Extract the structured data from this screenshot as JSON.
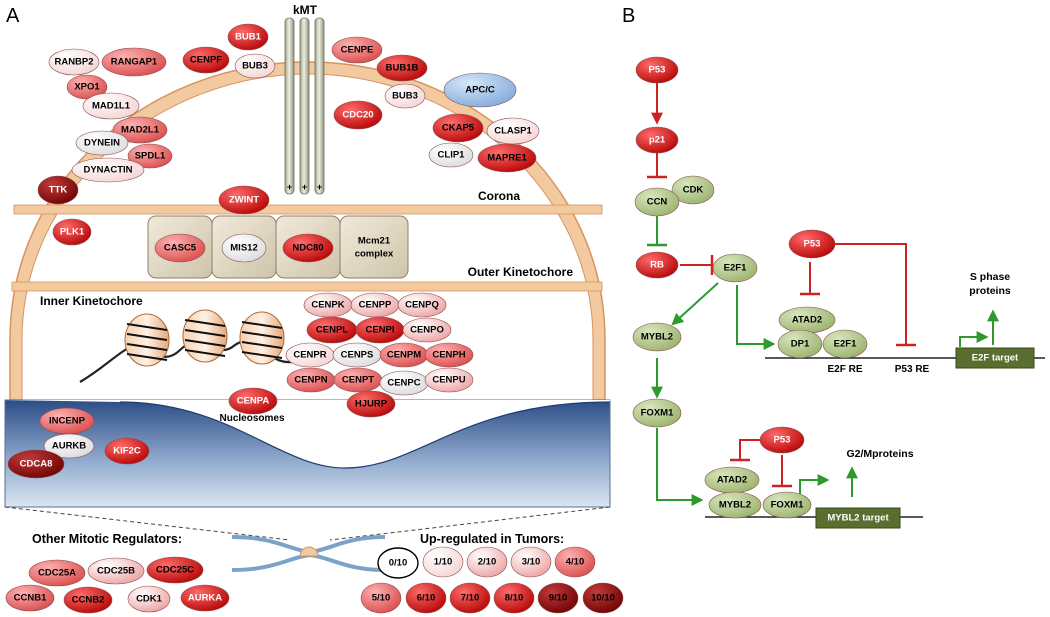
{
  "panels": {
    "a": "A",
    "b": "B"
  },
  "panel_a": {
    "kmt_label": "kMT",
    "plus_sign": "+",
    "regions": {
      "corona": "Corona",
      "outer": "Outer Kinetochore",
      "inner": "Inner Kinetochore"
    },
    "nucleosomes_label": "Nucleosomes",
    "other_regulators_title": "Other Mitotic Regulators:",
    "legend_title": "Up-regulated in Tumors:",
    "legend_items": [
      "0/10",
      "1/10",
      "2/10",
      "3/10",
      "4/10",
      "5/10",
      "6/10",
      "7/10",
      "8/10",
      "9/10",
      "10/10"
    ],
    "proteins": {
      "bub1": "BUB1",
      "ranbp2": "RANBP2",
      "rangap1": "RANGAP1",
      "cenpf": "CENPF",
      "bub3_left": "BUB3",
      "xpo1": "XPO1",
      "cenpe": "CENPE",
      "bub1b": "BUB1B",
      "apcc": "APC/C",
      "bub3_right": "BUB3",
      "mad1l1": "MAD1L1",
      "mad2l1": "MAD2L1",
      "cdc20": "CDC20",
      "dynein": "DYNEIN",
      "spdl1": "SPDL1",
      "ckap5": "CKAP5",
      "clasp1": "CLASP1",
      "clip1": "CLIP1",
      "mapre1": "MAPRE1",
      "dynactin": "DYNACTIN",
      "ttk": "TTK",
      "zwint": "ZWINT",
      "plk1": "PLK1",
      "casc5": "CASC5",
      "mis12": "MIS12",
      "ndc80": "NDC80",
      "mcm21": "Mcm21",
      "mcm21_sub": "complex",
      "cenpk": "CENPK",
      "cenpp": "CENPP",
      "cenpq": "CENPQ",
      "cenpl": "CENPL",
      "cenpi": "CENPI",
      "cenpo": "CENPO",
      "cenpr": "CENPR",
      "cenps": "CENPS",
      "cenpm": "CENPM",
      "cenph": "CENPH",
      "cenpn": "CENPN",
      "cenpt": "CENPT",
      "cenpc": "CENPC",
      "cenpu": "CENPU",
      "hjurp": "HJURP",
      "cenpa": "CENPA",
      "incenp": "INCENP",
      "aurkb": "AURKB",
      "kif2c": "KIF2C",
      "cdca8": "CDCA8",
      "cdc25a": "CDC25A",
      "cdc25b": "CDC25B",
      "cdc25c": "CDC25C",
      "ccnb1": "CCNB1",
      "ccnb2": "CCNB2",
      "cdk1": "CDK1",
      "aurka": "AURKA"
    }
  },
  "panel_b": {
    "p53": "P53",
    "p21": "p21",
    "cdk": "CDK",
    "ccn": "CCN",
    "rb": "RB",
    "e2f1": "E2F1",
    "mybl2": "MYBL2",
    "foxm1": "FOXM1",
    "atad2": "ATAD2",
    "dp1": "DP1",
    "e2f_re": "E2F RE",
    "p53_re": "P53 RE",
    "s_phase_line1": "S phase",
    "s_phase_line2": "proteins",
    "e2f_target": "E2F target",
    "g2m_proteins": "G2/Mproteins",
    "mybl2_target": "MYBL2 target"
  },
  "colors": {
    "level_0": "#ffffff",
    "level_1": "#f9e4e4",
    "level_2": "#f4cccc",
    "level_3": "#ee9f9f",
    "level_4": "#e57777",
    "level_5": "#e05555",
    "level_6": "#dd3333",
    "level_7": "#ff0000",
    "level_8": "#cc0000",
    "level_9": "#a40000",
    "level_10": "#7a0000",
    "green_node": "#b5c98e",
    "activation_arrow": "#2e9a2e",
    "inhibition": "#cc2222",
    "membrane": "#f3c9a0",
    "membrane_edge": "#d59460",
    "blue_region": "#2f4f86",
    "apc_blue": "#8db3e2",
    "target_box": "#5a6e2f"
  }
}
